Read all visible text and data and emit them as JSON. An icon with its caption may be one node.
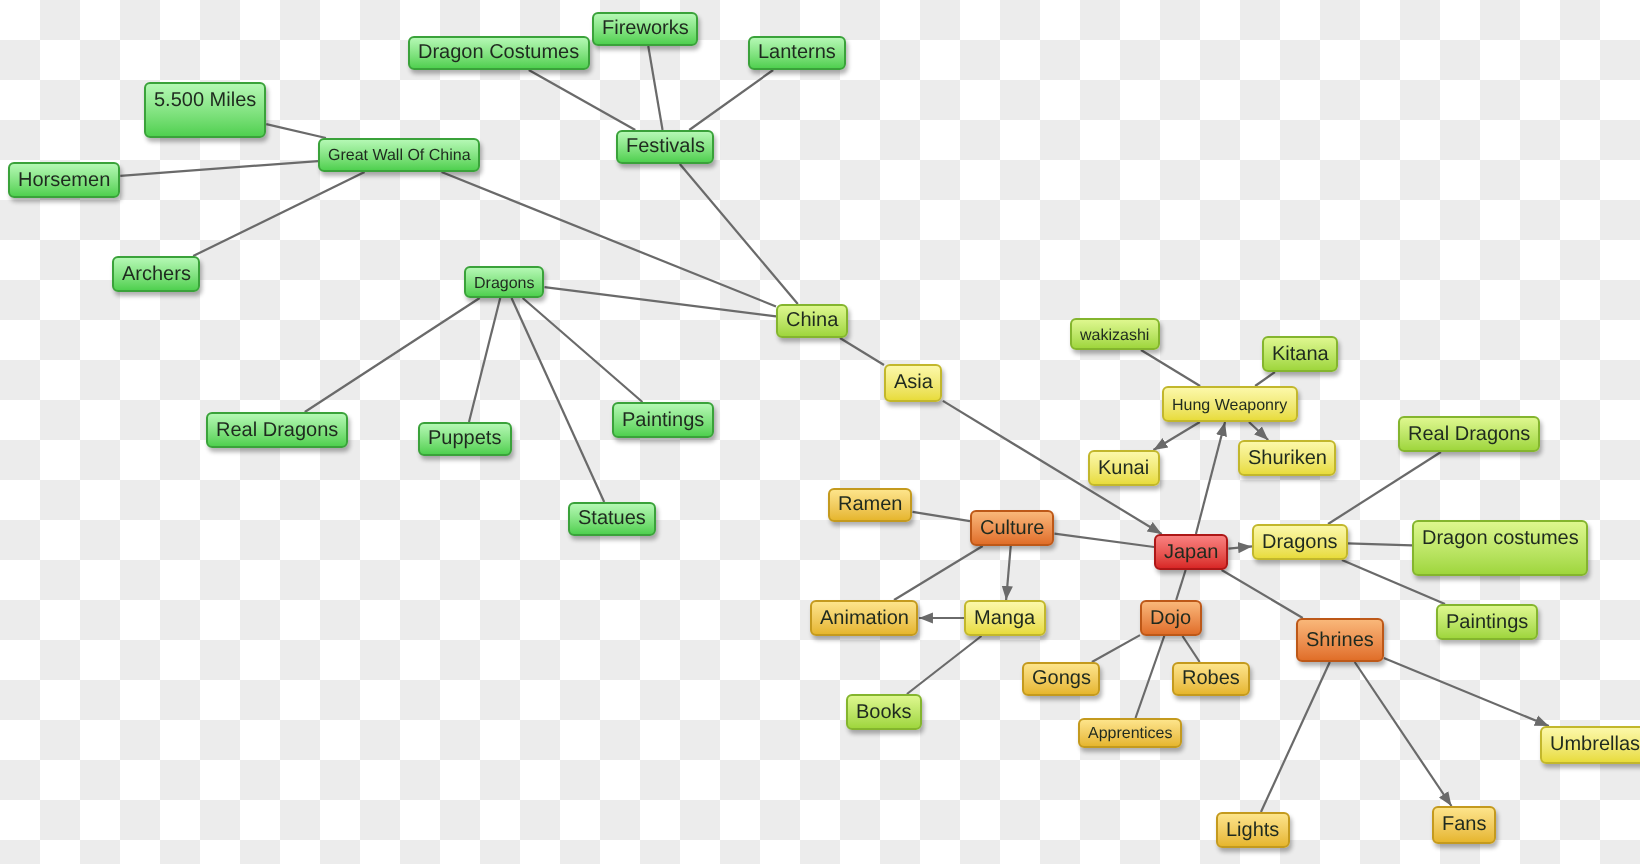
{
  "diagram": {
    "nodes": [
      {
        "text": [
          "Fireworks"
        ]
      },
      {
        "text": [
          "Dragon Costumes"
        ]
      },
      {
        "text": [
          "Lanterns"
        ]
      },
      {
        "text": [
          "5.500 Miles"
        ]
      },
      {
        "text": [
          "Festivals"
        ]
      },
      {
        "text": [
          "Great Wall Of China"
        ]
      },
      {
        "text": [
          "Horsemen"
        ]
      },
      {
        "text": [
          "Archers"
        ]
      },
      {
        "text": [
          "Dragons"
        ]
      },
      {
        "text": [
          "China"
        ]
      },
      {
        "text": [
          "wakizashi"
        ]
      },
      {
        "text": [
          "Kitana"
        ]
      },
      {
        "text": [
          "Asia"
        ]
      },
      {
        "text": [
          "Hung Weaponry"
        ]
      },
      {
        "text": [
          "Paintings"
        ]
      },
      {
        "text": [
          "Real Dragons"
        ]
      },
      {
        "text": [
          "Real Dragons"
        ]
      },
      {
        "text": [
          "Puppets"
        ]
      },
      {
        "text": [
          "Shuriken"
        ]
      },
      {
        "text": [
          "Kunai"
        ]
      },
      {
        "text": [
          "Ramen"
        ]
      },
      {
        "text": [
          "Statues"
        ]
      },
      {
        "text": [
          "Culture"
        ]
      },
      {
        "text": [
          "Dragon costumes"
        ]
      },
      {
        "text": [
          "Dragons"
        ]
      },
      {
        "text": [
          "Japan"
        ]
      },
      {
        "text": [
          "Animation"
        ]
      },
      {
        "text": [
          "Manga"
        ]
      },
      {
        "text": [
          "Dojo"
        ]
      },
      {
        "text": [
          "Paintings"
        ]
      },
      {
        "text": [
          "Shrines"
        ]
      },
      {
        "text": [
          "Gongs"
        ]
      },
      {
        "text": [
          "Robes"
        ]
      },
      {
        "text": [
          "Books"
        ]
      },
      {
        "text": [
          "Apprentices"
        ]
      },
      {
        "text": [
          "Umbrellas"
        ]
      },
      {
        "text": [
          "Fans"
        ]
      },
      {
        "text": [
          "Lights"
        ]
      }
    ],
    "edges": [
      {
        "from": 4,
        "to": 0,
        "arrow": "none"
      },
      {
        "from": 4,
        "to": 1,
        "arrow": "none"
      },
      {
        "from": 4,
        "to": 2,
        "arrow": "none"
      },
      {
        "from": 5,
        "to": 3,
        "arrow": "none"
      },
      {
        "from": 5,
        "to": 6,
        "arrow": "none"
      },
      {
        "from": 5,
        "to": 7,
        "arrow": "none"
      },
      {
        "from": 9,
        "to": 5,
        "arrow": "none"
      },
      {
        "from": 9,
        "to": 4,
        "arrow": "none"
      },
      {
        "from": 9,
        "to": 8,
        "arrow": "none"
      },
      {
        "from": 8,
        "to": 15,
        "arrow": "none"
      },
      {
        "from": 8,
        "to": 17,
        "arrow": "none"
      },
      {
        "from": 8,
        "to": 21,
        "arrow": "none"
      },
      {
        "from": 8,
        "to": 14,
        "arrow": "none"
      },
      {
        "from": 9,
        "to": 12,
        "arrow": "none"
      },
      {
        "from": 12,
        "to": 25,
        "arrow": "to"
      },
      {
        "from": 25,
        "to": 13,
        "arrow": "to"
      },
      {
        "from": 13,
        "to": 10,
        "arrow": "none"
      },
      {
        "from": 13,
        "to": 11,
        "arrow": "none"
      },
      {
        "from": 13,
        "to": 19,
        "arrow": "to"
      },
      {
        "from": 13,
        "to": 18,
        "arrow": "to"
      },
      {
        "from": 25,
        "to": 24,
        "arrow": "to"
      },
      {
        "from": 24,
        "to": 16,
        "arrow": "none"
      },
      {
        "from": 24,
        "to": 23,
        "arrow": "none"
      },
      {
        "from": 24,
        "to": 29,
        "arrow": "none"
      },
      {
        "from": 25,
        "to": 22,
        "arrow": "none"
      },
      {
        "from": 22,
        "to": 20,
        "arrow": "none"
      },
      {
        "from": 22,
        "to": 26,
        "arrow": "none"
      },
      {
        "from": 22,
        "to": 27,
        "arrow": "to"
      },
      {
        "from": 27,
        "to": 26,
        "arrow": "to"
      },
      {
        "from": 27,
        "to": 33,
        "arrow": "none"
      },
      {
        "from": 25,
        "to": 28,
        "arrow": "none"
      },
      {
        "from": 28,
        "to": 31,
        "arrow": "none"
      },
      {
        "from": 28,
        "to": 32,
        "arrow": "none"
      },
      {
        "from": 28,
        "to": 34,
        "arrow": "none"
      },
      {
        "from": 25,
        "to": 30,
        "arrow": "none"
      },
      {
        "from": 30,
        "to": 35,
        "arrow": "to"
      },
      {
        "from": 30,
        "to": 36,
        "arrow": "to"
      },
      {
        "from": 30,
        "to": 37,
        "arrow": "none"
      }
    ]
  }
}
